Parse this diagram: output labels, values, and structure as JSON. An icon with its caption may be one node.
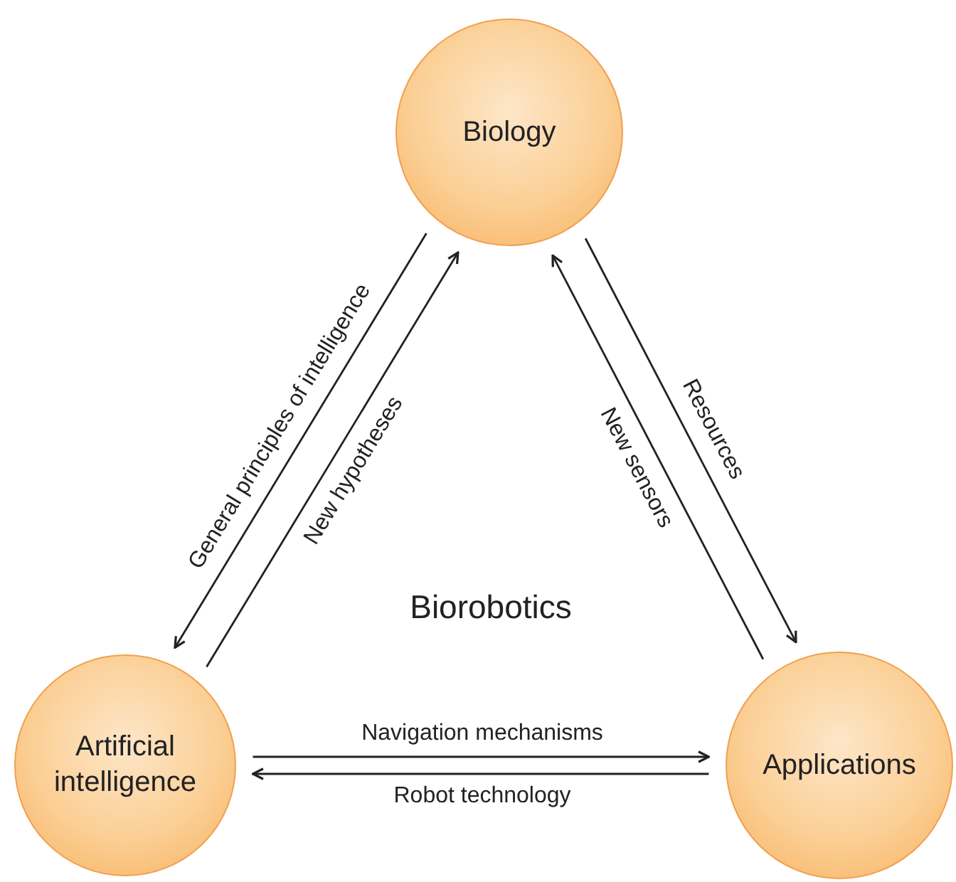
{
  "diagram": {
    "nodes": [
      {
        "text": [
          "Biology"
        ]
      },
      {
        "text": [
          "Artificial intelligence"
        ]
      },
      {
        "text": [
          "Applications"
        ]
      }
    ],
    "edges": [
      {
        "from": 0,
        "to": 1,
        "arrow": "to",
        "label": "General principles of intelligence"
      },
      {
        "from": 1,
        "to": 0,
        "arrow": "to",
        "label": "New hypotheses"
      },
      {
        "from": 2,
        "to": 0,
        "arrow": "to",
        "label": "New sensors"
      },
      {
        "from": 0,
        "to": 2,
        "arrow": "to",
        "label": "Resources"
      },
      {
        "from": 1,
        "to": 2,
        "arrow": "to",
        "label": "Navigation mechanisms"
      },
      {
        "from": 2,
        "to": 1,
        "arrow": "to",
        "label": "Robot technology"
      }
    ],
    "labels": [
      "Biorobotics"
    ]
  }
}
